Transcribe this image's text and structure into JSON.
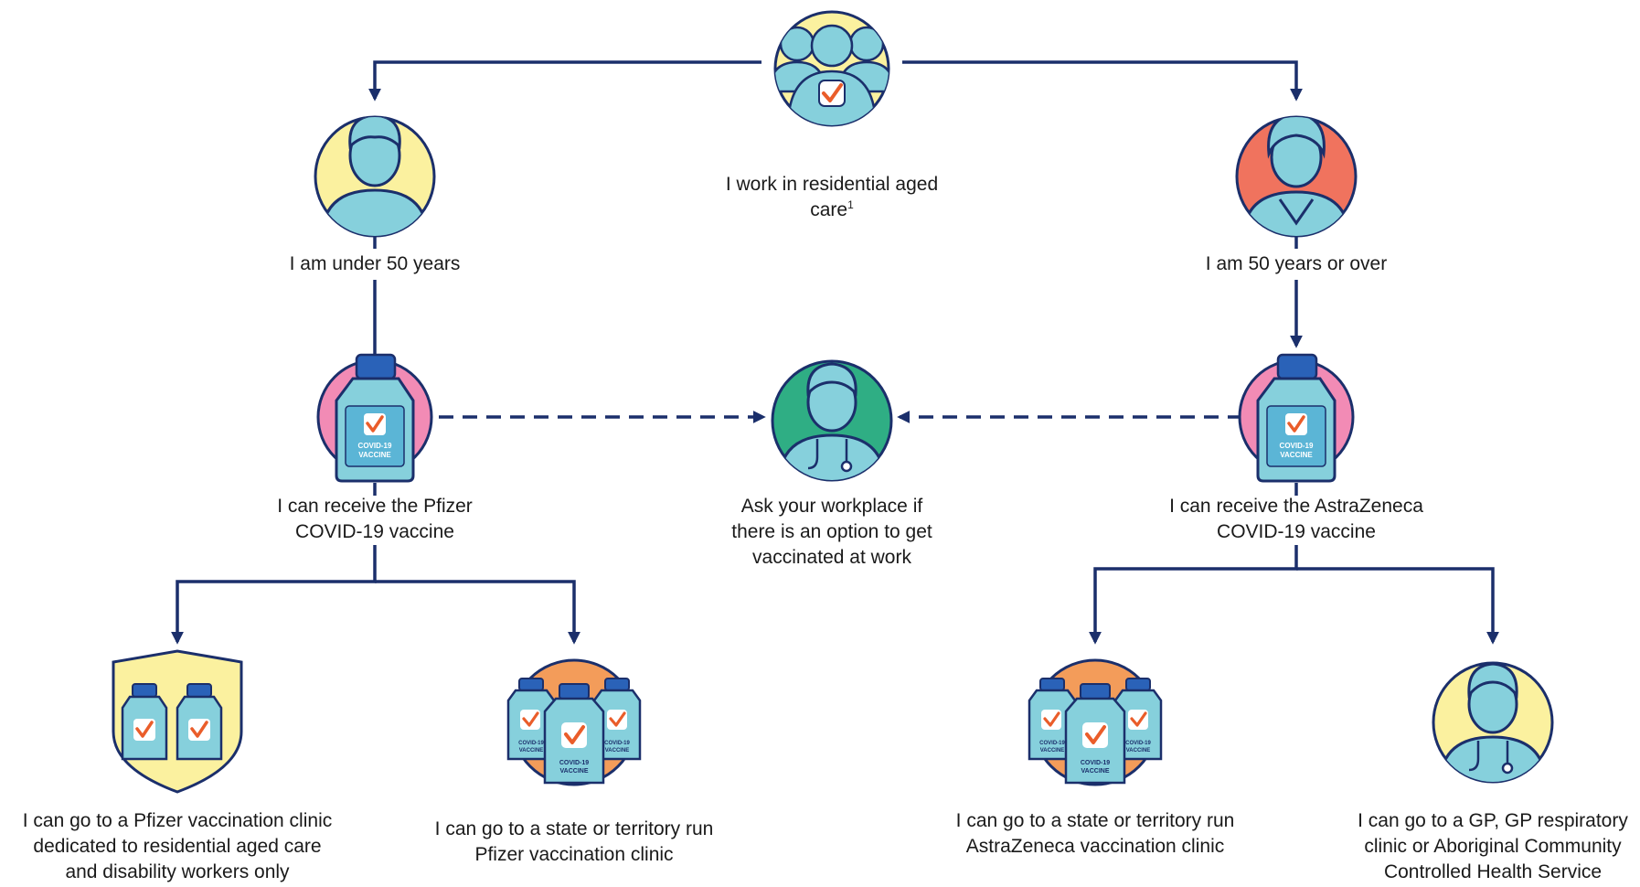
{
  "top": {
    "label": "I work in residential aged care",
    "footnote": "1"
  },
  "left_branch": {
    "label": "I am under 50 years"
  },
  "right_branch": {
    "label": "I am 50 years or over"
  },
  "pfizer": {
    "label": "I can receive the Pfizer\nCOVID-19 vaccine",
    "vial_text": "COVID-19\nVACCINE"
  },
  "astrazeneca": {
    "label": "I can receive the AstraZeneca\nCOVID-19 vaccine",
    "vial_text": "COVID-19\nVACCINE"
  },
  "workplace": {
    "label": "Ask your workplace if\nthere is an option to get\nvaccinated at work"
  },
  "outcomes": {
    "pfizer_dedicated": "I can go to a Pfizer vaccination clinic\ndedicated to residential aged care\nand disability workers only",
    "pfizer_state": "I can go to a state or territory run\nPfizer vaccination clinic",
    "az_state": "I can go to a state or territory run\nAstraZeneca vaccination clinic",
    "gp": "I can go to a GP, GP respiratory\nclinic or Aboriginal Community\nControlled Health Service"
  },
  "colors": {
    "line": "#1b2f6b",
    "figure": "#86d0dc",
    "outline": "#1b2f6b",
    "check": "#ea5d2a",
    "yellow": "#fbf19f",
    "red": "#f0735e",
    "pink": "#f28bb5",
    "green": "#2fae84",
    "blue_bg": "#5bb5d6",
    "orange": "#f39c5a",
    "cap": "#2a62b8"
  }
}
